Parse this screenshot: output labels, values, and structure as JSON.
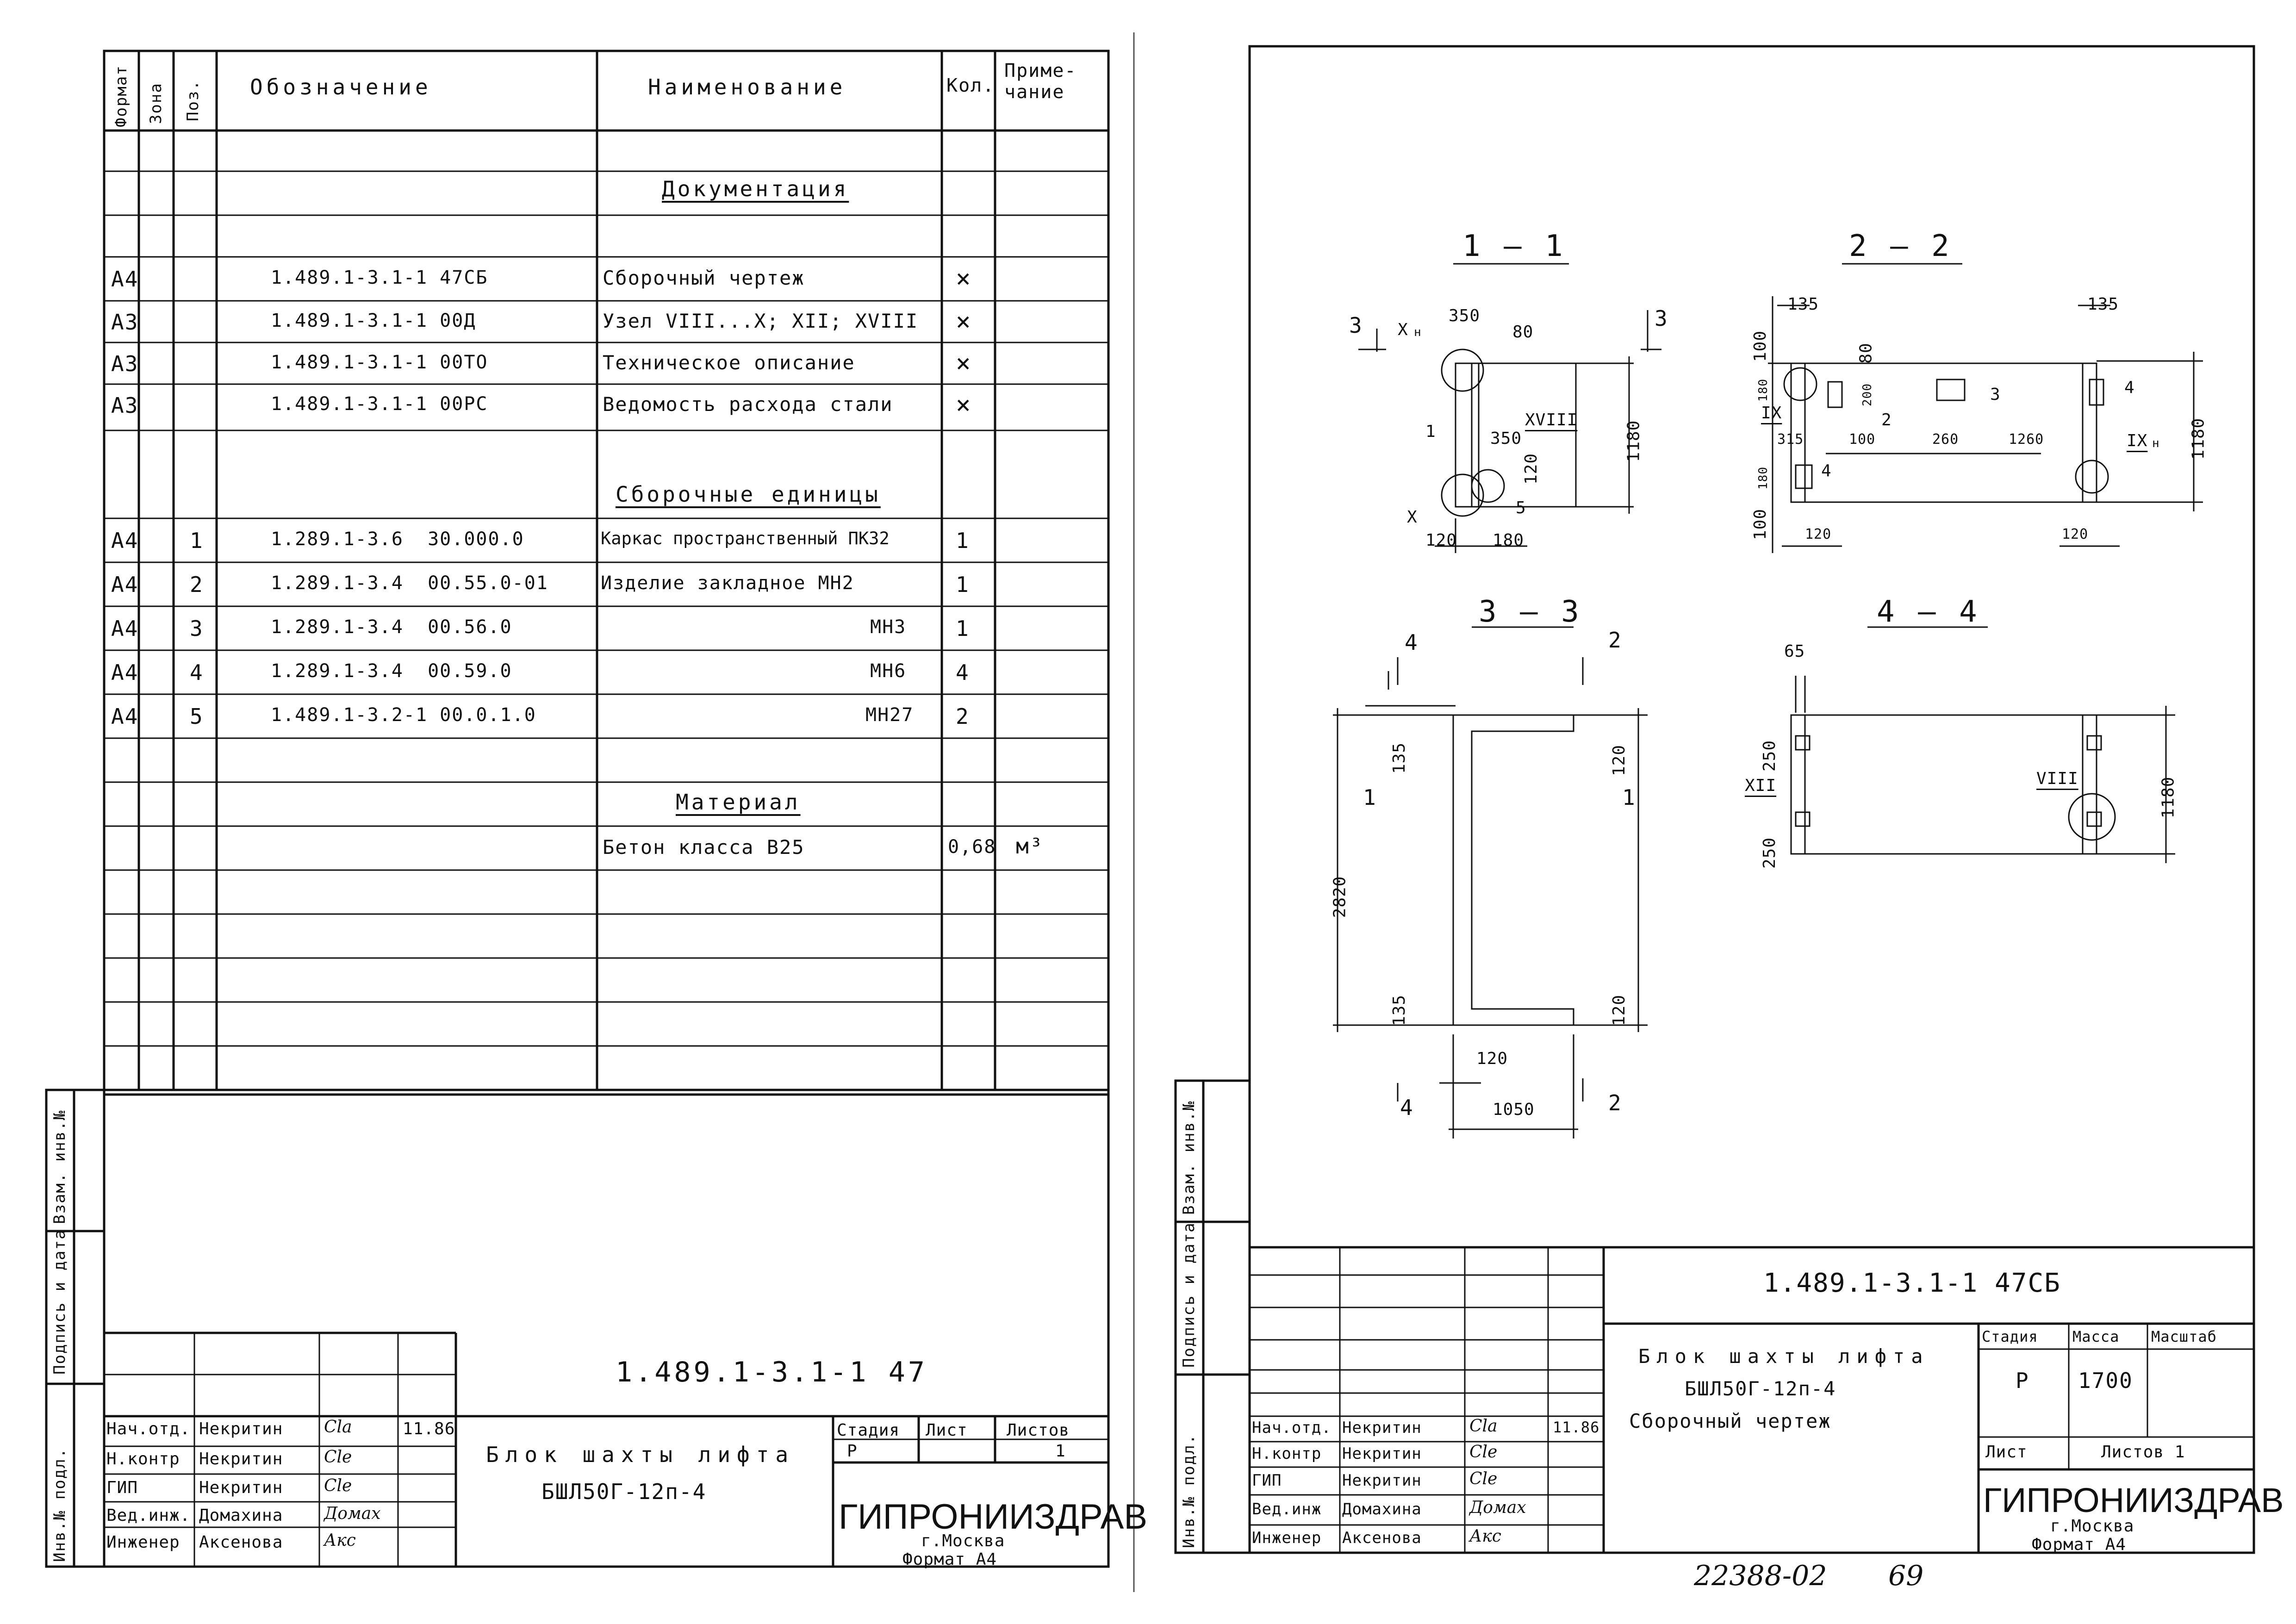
{
  "spec_table": {
    "header": {
      "format": "Формат",
      "zone": "Зона",
      "pos": "Поз.",
      "designation": "Обозначение",
      "name": "Наименование",
      "qty": "Кол.",
      "note": "Приме-\nчание"
    },
    "section_docs": "Документация",
    "doc_rows": [
      {
        "format": "А4",
        "designation": "1.489.1-3.1-1 47СБ",
        "name": "Сборочный чертеж",
        "qty": "×"
      },
      {
        "format": "А3",
        "designation": "1.489.1-3.1-1 00Д",
        "name": "Узел VIII...X; XII; XVIII",
        "qty": "×"
      },
      {
        "format": "А3",
        "designation": "1.489.1-3.1-1 00ТО",
        "name": "Техническое описание",
        "qty": "×"
      },
      {
        "format": "А3",
        "designation": "1.489.1-3.1-1 00РС",
        "name": "Ведомость расхода стали",
        "qty": "×"
      }
    ],
    "section_units": "Сборочные единицы",
    "unit_rows": [
      {
        "format": "А4",
        "pos": "1",
        "designation": "1.289.1-3.6  30.000.0",
        "name": "Каркас пространственный ПК32",
        "qty": "1"
      },
      {
        "format": "А4",
        "pos": "2",
        "designation": "1.289.1-3.4  00.55.0-01",
        "name": "Изделие закладное МН2",
        "qty": "1"
      },
      {
        "format": "А4",
        "pos": "3",
        "designation": "1.289.1-3.4  00.56.0",
        "name": "МН3",
        "qty": "1"
      },
      {
        "format": "А4",
        "pos": "4",
        "designation": "1.289.1-3.4  00.59.0",
        "name": "МН6",
        "qty": "4"
      },
      {
        "format": "А4",
        "pos": "5",
        "designation": "1.489.1-3.2-1 00.0.1.0",
        "name": "МН27",
        "qty": "2"
      }
    ],
    "section_material": "Материал",
    "material_row": {
      "name": "Бетон класса В25",
      "qty": "0,68",
      "unit": "м³"
    }
  },
  "side_labels": {
    "inv_podl": "Инв.№ подл.",
    "podpis": "Подпись и дата",
    "vzam": "Взам. инв.№"
  },
  "title_block_left": {
    "code": "1.489.1-3.1-1 47",
    "title_line1": "Блок шахты лифта",
    "title_line2": "БШЛ50Г-12п-4",
    "stage_h": "Стадия",
    "sheet_h": "Лист",
    "sheets_h": "Листов",
    "stage": "Р",
    "sheets": "1",
    "org": "ГИПРОНИИЗДРАВ",
    "city": "г.Москва",
    "format": "Формат А4",
    "date": "11.86",
    "people": [
      {
        "role": "Нач.отд.",
        "name": "Некритин",
        "sig": "Cla"
      },
      {
        "role": "Н.контр",
        "name": "Некритин",
        "sig": "Cle"
      },
      {
        "role": "ГИП",
        "name": "Некритин",
        "sig": "Cle"
      },
      {
        "role": "Вед.инж.",
        "name": "Домахина",
        "sig": "Домах"
      },
      {
        "role": "Инженер",
        "name": "Аксенова",
        "sig": "Акс"
      }
    ]
  },
  "title_block_right": {
    "code": "1.489.1-3.1-1 47СБ",
    "title_line1": "Блок шахты лифта",
    "title_line2": "БШЛ50Г-12п-4",
    "title_line3": "Сборочный чертеж",
    "stage_h": "Стадия",
    "mass_h": "Масса",
    "scale_h": "Масштаб",
    "stage": "Р",
    "mass": "1700",
    "sheet_h": "Лист",
    "sheets_h": "Листов 1",
    "org": "ГИПРОНИИЗДРАВ",
    "city": "г.Москва",
    "format": "Формат А4",
    "date": "11.86",
    "people": [
      {
        "role": "Нач.отд.",
        "name": "Некритин",
        "sig": "Cla"
      },
      {
        "role": "Н.контр",
        "name": "Некритин",
        "sig": "Cle"
      },
      {
        "role": "ГИП",
        "name": "Некритин",
        "sig": "Cle"
      },
      {
        "role": "Вед.инж",
        "name": "Домахина",
        "sig": "Домах"
      },
      {
        "role": "Инженер",
        "name": "Аксенова",
        "sig": "Акс"
      }
    ]
  },
  "footer": {
    "number": "22388-02",
    "page": "69"
  },
  "drawing": {
    "sections": [
      "1 — 1",
      "2 — 2",
      "3 — 3",
      "4 — 4"
    ],
    "cut_marks": [
      "3",
      "3",
      "4",
      "2",
      "1",
      "1",
      "4",
      "2"
    ],
    "dims_11": [
      "350",
      "80",
      "1180",
      "350",
      "120",
      "120",
      "180"
    ],
    "callouts_11": [
      "X",
      "н",
      "XVIII",
      "X",
      "1",
      "5"
    ],
    "dims_22": [
      "135",
      "135",
      "100",
      "80",
      "180",
      "200",
      "315",
      "100",
      "260",
      "1260",
      "180",
      "100",
      "120",
      "120",
      "1180"
    ],
    "callouts_22": [
      "IX",
      "2",
      "3",
      "4",
      "4",
      "IX",
      "н"
    ],
    "dims_33": [
      "135",
      "120",
      "2820",
      "135",
      "120",
      "120",
      "1050"
    ],
    "dims_44": [
      "65",
      "250",
      "250",
      "1180"
    ],
    "callouts_44": [
      "XII",
      "VIII"
    ]
  }
}
